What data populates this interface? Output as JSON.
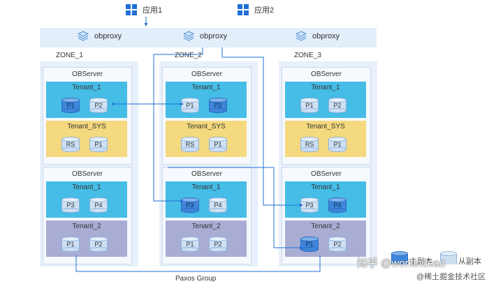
{
  "apps": [
    {
      "label": "应用1",
      "icon": "windows-icon"
    },
    {
      "label": "应用2",
      "icon": "windows-icon"
    }
  ],
  "proxies": [
    {
      "label": "obproxy",
      "icon": "cube-stack-icon"
    },
    {
      "label": "obproxy",
      "icon": "cube-stack-icon"
    },
    {
      "label": "obproxy",
      "icon": "cube-stack-icon"
    }
  ],
  "zones": [
    {
      "label": "ZONE_1",
      "servers": [
        {
          "title": "OBServer",
          "tenants": [
            {
              "name": "Tenant_1",
              "color": "#45bde6",
              "partitions": [
                {
                  "label": "P1",
                  "leader": true
                },
                {
                  "label": "P2",
                  "leader": false
                }
              ]
            },
            {
              "name": "Tenant_SYS",
              "color": "#f5d97e",
              "partitions": [
                {
                  "label": "RS",
                  "leader": false
                },
                {
                  "label": "P1",
                  "leader": false
                }
              ]
            }
          ]
        },
        {
          "title": "OBServer",
          "tenants": [
            {
              "name": "Tenant_1",
              "color": "#45bde6",
              "partitions": [
                {
                  "label": "P3",
                  "leader": false
                },
                {
                  "label": "P4",
                  "leader": false
                }
              ]
            },
            {
              "name": "Tenant_2",
              "color": "#a9add4",
              "partitions": [
                {
                  "label": "P1",
                  "leader": false
                },
                {
                  "label": "P2",
                  "leader": false
                }
              ]
            }
          ]
        }
      ]
    },
    {
      "label": "ZONE_2",
      "servers": [
        {
          "title": "OBServer",
          "tenants": [
            {
              "name": "Tenant_1",
              "color": "#45bde6",
              "partitions": [
                {
                  "label": "P1",
                  "leader": false
                },
                {
                  "label": "P2",
                  "leader": true
                }
              ]
            },
            {
              "name": "Tenant_SYS",
              "color": "#f5d97e",
              "partitions": [
                {
                  "label": "RS",
                  "leader": false
                },
                {
                  "label": "P1",
                  "leader": false
                }
              ]
            }
          ]
        },
        {
          "title": "OBServer",
          "tenants": [
            {
              "name": "Tenant_1",
              "color": "#45bde6",
              "partitions": [
                {
                  "label": "P3",
                  "leader": true
                },
                {
                  "label": "P4",
                  "leader": false
                }
              ]
            },
            {
              "name": "Tenant_2",
              "color": "#a9add4",
              "partitions": [
                {
                  "label": "P1",
                  "leader": false
                },
                {
                  "label": "P2",
                  "leader": false
                }
              ]
            }
          ]
        }
      ]
    },
    {
      "label": "ZONE_3",
      "servers": [
        {
          "title": "OBServer",
          "tenants": [
            {
              "name": "Tenant_1",
              "color": "#45bde6",
              "partitions": [
                {
                  "label": "P1",
                  "leader": false
                },
                {
                  "label": "P2",
                  "leader": false
                }
              ]
            },
            {
              "name": "Tenant_SYS",
              "color": "#f5d97e",
              "partitions": [
                {
                  "label": "RS",
                  "leader": false
                },
                {
                  "label": "P1",
                  "leader": false
                }
              ]
            }
          ]
        },
        {
          "title": "OBServer",
          "tenants": [
            {
              "name": "Tenant_1",
              "color": "#45bde6",
              "partitions": [
                {
                  "label": "P3",
                  "leader": false
                },
                {
                  "label": "P4",
                  "leader": true
                }
              ]
            },
            {
              "name": "Tenant_2",
              "color": "#a9add4",
              "partitions": [
                {
                  "label": "P1",
                  "leader": true
                },
                {
                  "label": "P2",
                  "leader": false
                }
              ]
            }
          ]
        }
      ]
    }
  ],
  "paxos_label": "Paxos Group",
  "watermark": {
    "zhihu": "知乎 @workindead",
    "juejin": "@稀土掘金技术社区"
  },
  "legend": [
    {
      "label": "主副本"
    },
    {
      "label": "从副本"
    }
  ],
  "colors": {
    "leader": "#3f86db",
    "follower": "#cfe0f3",
    "line": "#1f6fd6"
  }
}
